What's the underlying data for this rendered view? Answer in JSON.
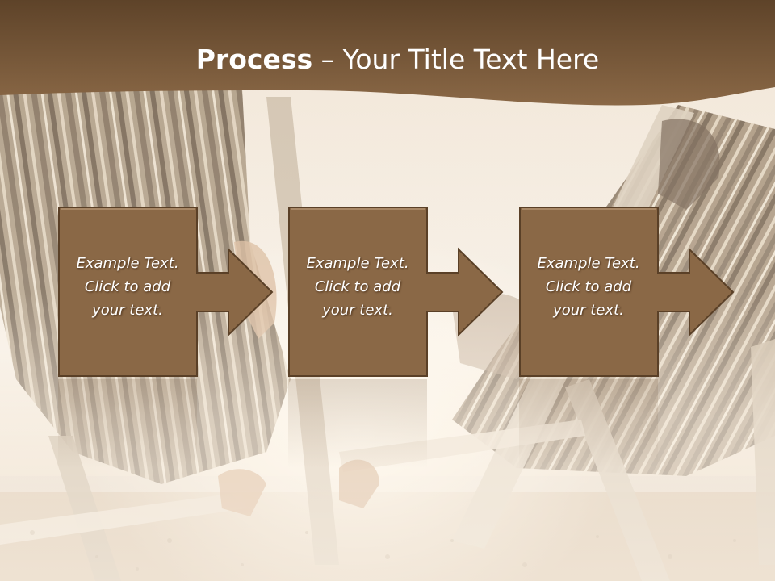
{
  "slide": {
    "title_bold": "Process",
    "title_rest": " – Your Title Text Here",
    "steps": [
      {
        "text": "Example Text.\nClick  to add\nyour text."
      },
      {
        "text": "Example Text.\nClick  to add\nyour text."
      },
      {
        "text": "Example Text.\nClick  to add\nyour text."
      }
    ]
  },
  "colors": {
    "header_brown": "#6e5134",
    "step_fill": "#8a6846",
    "step_border": "#5a4027",
    "title_text": "#ffffff"
  }
}
